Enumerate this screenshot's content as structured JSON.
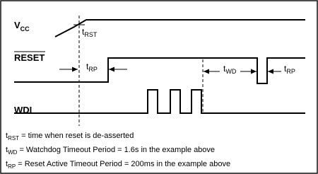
{
  "signals": {
    "vcc": {
      "label": "V",
      "sub": "CC"
    },
    "reset": {
      "label": "RESET"
    },
    "wdi": {
      "label": "WDI"
    }
  },
  "timings": {
    "t_rst": {
      "label": "t",
      "sub": "RST"
    },
    "t_rp_1": {
      "label": "t",
      "sub": "RP"
    },
    "t_wd": {
      "label": "t",
      "sub": "WD"
    },
    "t_rp_2": {
      "label": "t",
      "sub": "RP"
    }
  },
  "legend": [
    {
      "sym": "t",
      "sub": "RST",
      "text": " = time when reset is de-asserted"
    },
    {
      "sym": "t",
      "sub": "WD",
      "text": " = Watchdog Timeout Period = 1.6s in the example above"
    },
    {
      "sym": "t",
      "sub": "RP",
      "text": " = Reset Active Timeout Period = 200ms in the example above"
    }
  ]
}
